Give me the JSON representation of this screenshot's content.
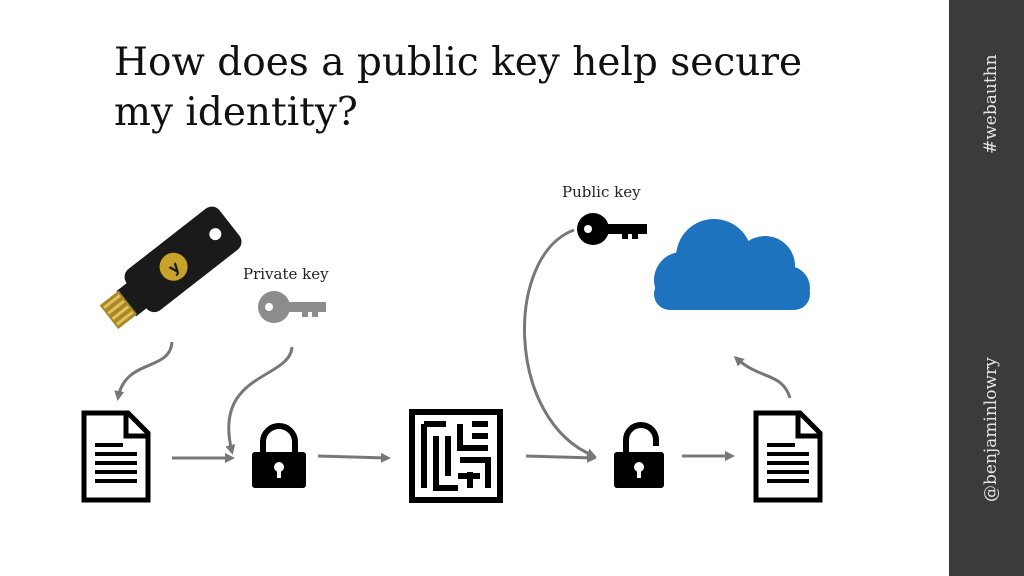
{
  "slide": {
    "title_line1": "How does a public key help secure",
    "title_line2": "my identity?"
  },
  "sidebar": {
    "hashtag": "#webauthn",
    "handle": "@benjaminlowry"
  },
  "labels": {
    "private_key": "Private key",
    "public_key": "Public key"
  },
  "colors": {
    "sidebar_bg": "#3b3b3e",
    "cloud": "#1e73be",
    "private_key": "#8c8c8c",
    "arrow": "#777777",
    "icon": "#000000"
  },
  "icons": [
    "security-key-icon",
    "private-key-icon",
    "public-key-icon",
    "cloud-icon",
    "document-icon",
    "lock-icon",
    "maze-icon",
    "unlock-icon"
  ]
}
